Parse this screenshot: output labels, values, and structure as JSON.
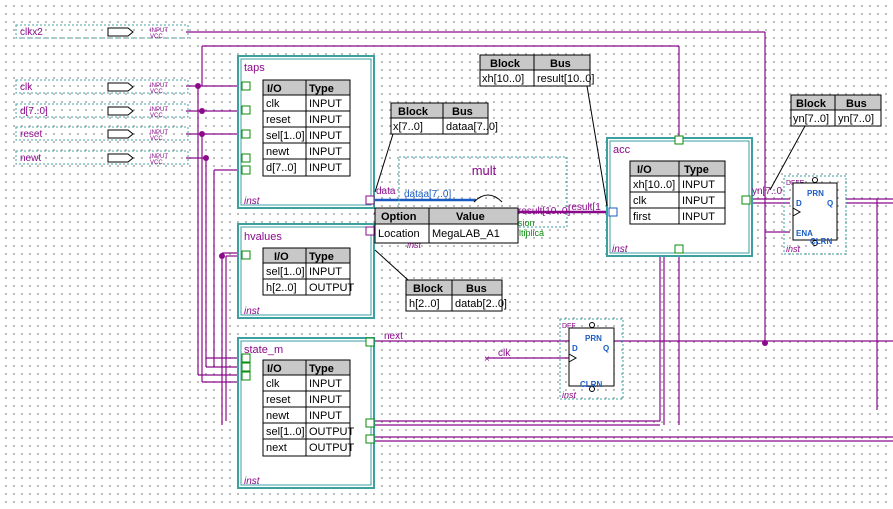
{
  "inputs": [
    {
      "name": "clkx2",
      "type": "INPUT",
      "vcc": "VCC"
    },
    {
      "name": "clk",
      "type": "INPUT",
      "vcc": "VCC"
    },
    {
      "name": "d[7..0]",
      "type": "INPUT",
      "vcc": "VCC"
    },
    {
      "name": "reset",
      "type": "INPUT",
      "vcc": "VCC"
    },
    {
      "name": "newt",
      "type": "INPUT",
      "vcc": "VCC"
    }
  ],
  "blocks": {
    "taps": {
      "name": "taps",
      "inst": "inst",
      "headers": [
        "I/O",
        "Type"
      ],
      "rows": [
        [
          "clk",
          "INPUT"
        ],
        [
          "reset",
          "INPUT"
        ],
        [
          "sel[1..0]",
          "INPUT"
        ],
        [
          "newt",
          "INPUT"
        ],
        [
          "d[7..0]",
          "INPUT"
        ]
      ]
    },
    "hvalues": {
      "name": "hvalues",
      "inst": "inst",
      "headers": [
        "I/O",
        "Type"
      ],
      "rows": [
        [
          "sel[1..0]",
          "INPUT"
        ],
        [
          "h[2..0]",
          "OUTPUT"
        ]
      ]
    },
    "state_m": {
      "name": "state_m",
      "inst": "inst",
      "headers": [
        "I/O",
        "Type"
      ],
      "rows": [
        [
          "clk",
          "INPUT"
        ],
        [
          "reset",
          "INPUT"
        ],
        [
          "newt",
          "INPUT"
        ],
        [
          "sel[1..0]",
          "OUTPUT"
        ],
        [
          "next",
          "OUTPUT"
        ]
      ]
    },
    "acc": {
      "name": "acc",
      "inst": "inst",
      "headers": [
        "I/O",
        "Type"
      ],
      "rows": [
        [
          "xh[10..0]",
          "INPUT"
        ],
        [
          "clk",
          "INPUT"
        ],
        [
          "first",
          "INPUT"
        ]
      ]
    },
    "mult": {
      "name": "mult",
      "port_in": "dataa[7..0]",
      "port_out": "result[10..0]",
      "text1": "sion",
      "text2": "ultiplica",
      "inst": "inst"
    }
  },
  "bus_tables": [
    {
      "id": "bt1",
      "headers": [
        "Block",
        "Bus"
      ],
      "row": [
        "xh[10..0]",
        "result[10..0]"
      ]
    },
    {
      "id": "bt2",
      "headers": [
        "Block",
        "Bus"
      ],
      "row": [
        "x[7..0]",
        "dataa[7..0]"
      ]
    },
    {
      "id": "bt3",
      "headers": [
        "Block",
        "Bus"
      ],
      "row": [
        "h[2..0]",
        "datab[2..0]"
      ]
    },
    {
      "id": "bt4",
      "headers": [
        "Block",
        "Bus"
      ],
      "row": [
        "yn[7..0]",
        "yn[7..0]"
      ]
    }
  ],
  "option_table": {
    "headers": [
      "Option",
      "Value"
    ],
    "row": [
      "Location",
      "MegaLAB_A1"
    ]
  },
  "labels": {
    "taps_out": "data",
    "acc_in": "result[1",
    "acc_out": "yn[7..0",
    "next_wire": "next",
    "clk_wire": "clk"
  },
  "dffs": {
    "dff1": {
      "title": "DFFE",
      "d": "D",
      "q": "Q",
      "prn": "PRN",
      "ena": "ENA",
      "clrn": "CLRN",
      "inst": "inst"
    },
    "dff2": {
      "title": "DFF",
      "d": "D",
      "q": "Q",
      "prn": "PRN",
      "clrn": "CLRN",
      "inst": "inst"
    }
  }
}
